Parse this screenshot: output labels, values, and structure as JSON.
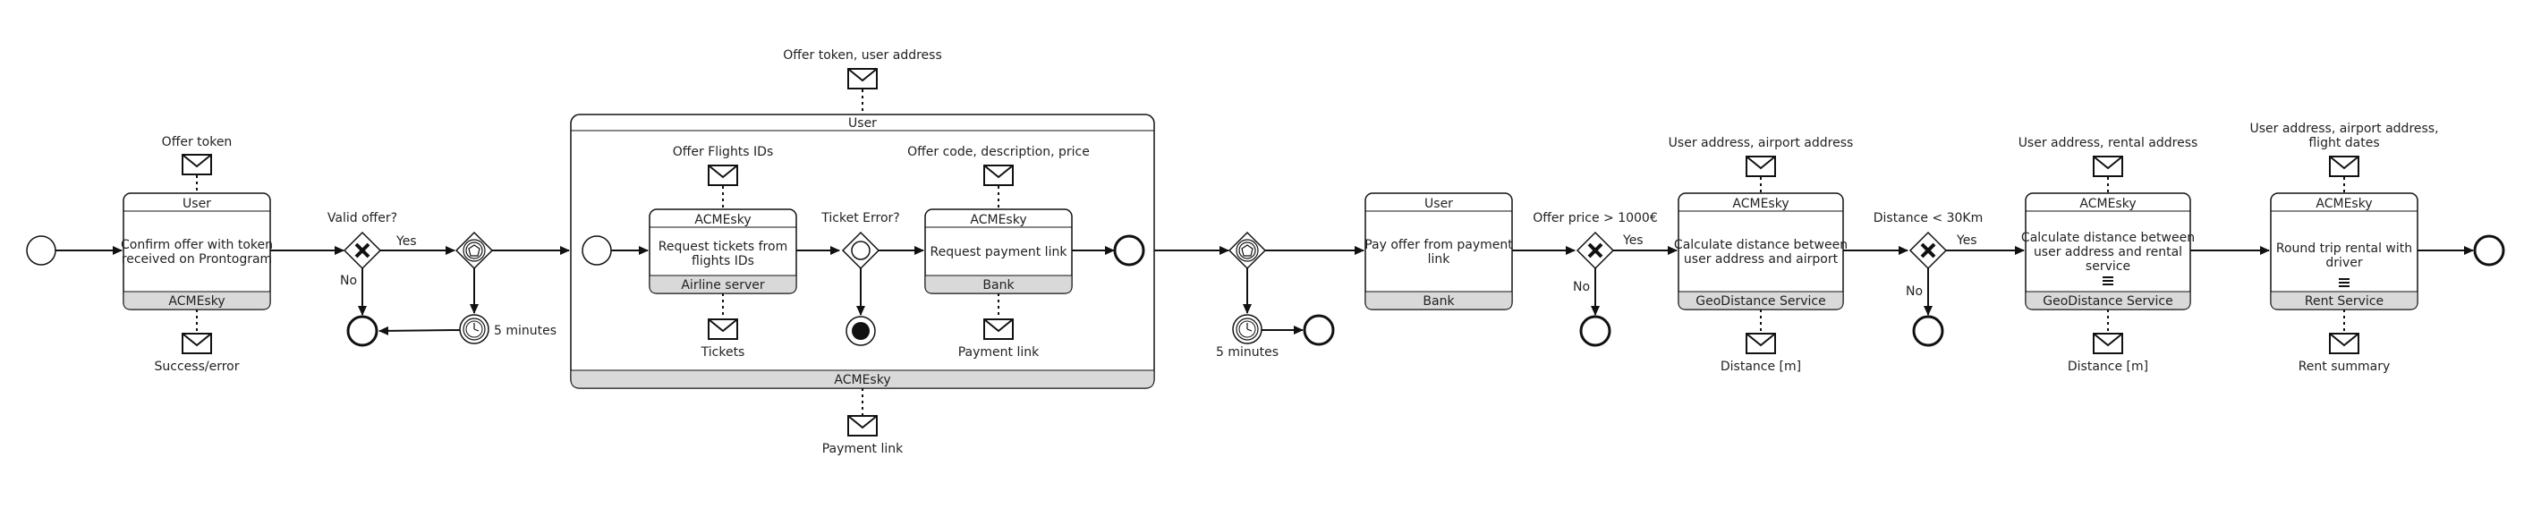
{
  "labels": {
    "offer_token": "Offer token",
    "success_error": "Success/error",
    "valid_offer": "Valid offer?",
    "yes": "Yes",
    "no": "No",
    "five_minutes": "5 minutes",
    "offer_token_user_address": "Offer token, user address",
    "offer_flights_ids": "Offer Flights IDs",
    "tickets": "Tickets",
    "ticket_error": "Ticket Error?",
    "offer_code_desc_price": "Offer code, description, price",
    "payment_link": "Payment link",
    "offer_price": "Offer price > 1000€",
    "user_airport_address": "User address, airport address",
    "distance_m": "Distance [m]",
    "distance_30": "Distance < 30Km",
    "user_rental_address": "User address, rental address",
    "user_airport_flight_1": "User address, airport address,",
    "user_airport_flight_2": "flight dates",
    "rent_summary": "Rent summary"
  },
  "tasks": {
    "confirm": {
      "top": "User",
      "line1": "Confirm offer with token",
      "line2": "received on Prontogram",
      "bottom": "ACMEsky"
    },
    "request_tickets": {
      "top": "ACMEsky",
      "line1": "Request tickets from",
      "line2": "flights IDs",
      "bottom": "Airline server"
    },
    "request_payment": {
      "top": "ACMEsky",
      "line1": "Request payment link",
      "bottom": "Bank"
    },
    "pay_offer": {
      "top": "User",
      "line1": "Pay offer from payment",
      "line2": "link",
      "bottom": "Bank"
    },
    "distance_airport": {
      "top": "ACMEsky",
      "line1": "Calculate distance between",
      "line2": "user address and airport",
      "bottom": "GeoDistance Service"
    },
    "distance_rental": {
      "top": "ACMEsky",
      "line1": "Calculate distance between",
      "line2": "user address and rental",
      "line3": "service",
      "bottom": "GeoDistance Service"
    },
    "rental": {
      "top": "ACMEsky",
      "line1": "Round trip rental with",
      "line2": "driver",
      "bottom": "Rent Service"
    }
  },
  "subprocess": {
    "top": "User",
    "bottom": "ACMEsky"
  }
}
